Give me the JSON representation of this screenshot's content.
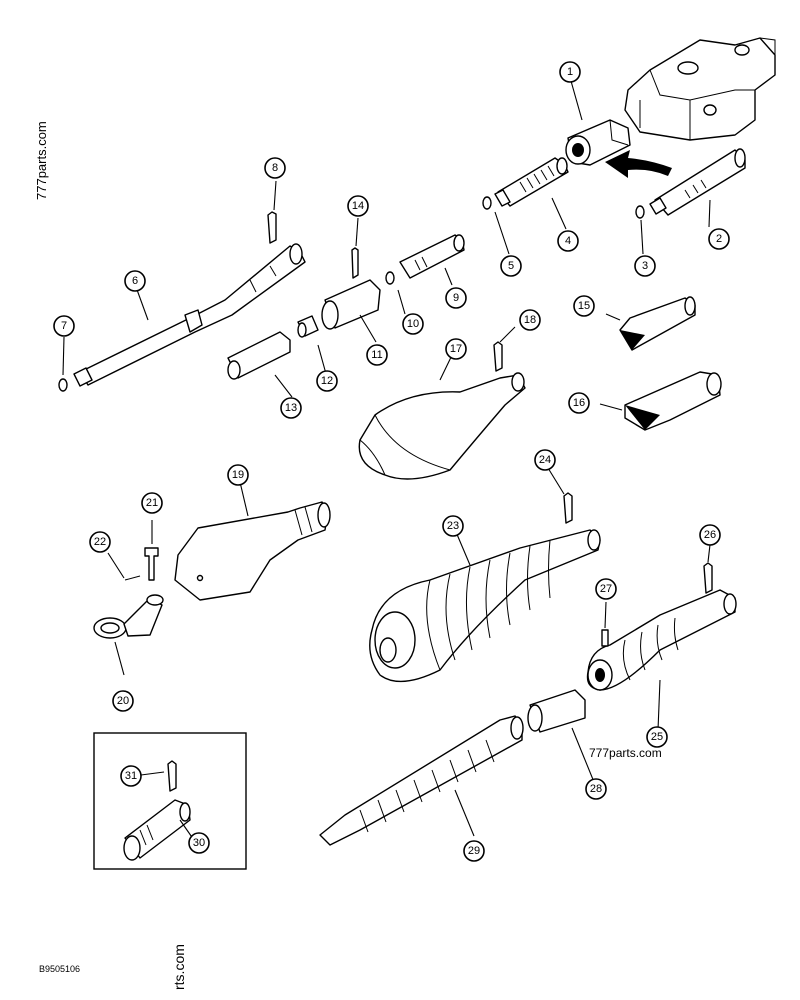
{
  "diagram": {
    "drawing_id": "B9505106",
    "watermarks": {
      "left": "777parts.com",
      "right": "777parts.com",
      "bottom": "rts.com"
    },
    "callouts": [
      "1",
      "2",
      "3",
      "4",
      "5",
      "6",
      "7",
      "8",
      "9",
      "10",
      "11",
      "12",
      "13",
      "14",
      "15",
      "16",
      "17",
      "18",
      "19",
      "20",
      "21",
      "22",
      "23",
      "24",
      "25",
      "26",
      "27",
      "28",
      "29",
      "30",
      "31"
    ]
  }
}
